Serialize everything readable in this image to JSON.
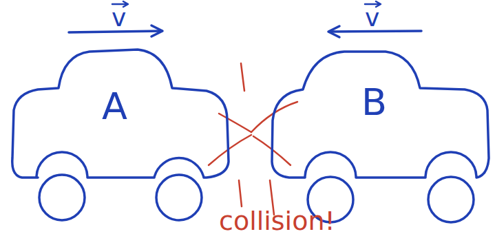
{
  "diagram": {
    "nodes": [
      {
        "text": [
          "A"
        ]
      },
      {
        "text": [
          "B"
        ]
      }
    ],
    "labels": [
      "v",
      "v",
      "collision!"
    ]
  }
}
